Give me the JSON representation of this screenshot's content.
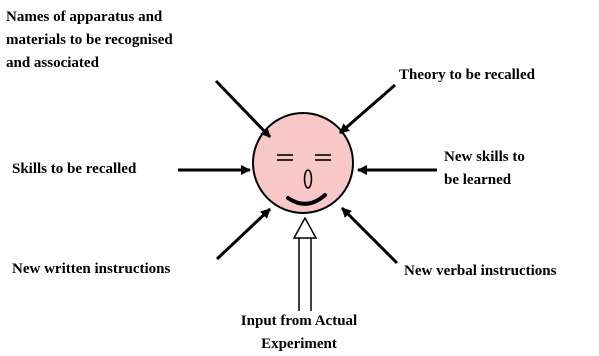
{
  "colors": {
    "face_fill": "#f8c8c8",
    "ink": "#000000",
    "background": "#ffffff"
  },
  "labels": {
    "names_line1": "Names of apparatus and",
    "names_line2": "materials to be recognised",
    "names_line3": "and associated",
    "theory": "Theory to be recalled",
    "skills_recalled": "Skills to be recalled",
    "new_skills_line1": "New skills to",
    "new_skills_line2": "be learned",
    "new_written": "New written instructions",
    "new_verbal": "New verbal instructions",
    "input_line1": "Input from Actual",
    "input_line2": "Experiment"
  }
}
